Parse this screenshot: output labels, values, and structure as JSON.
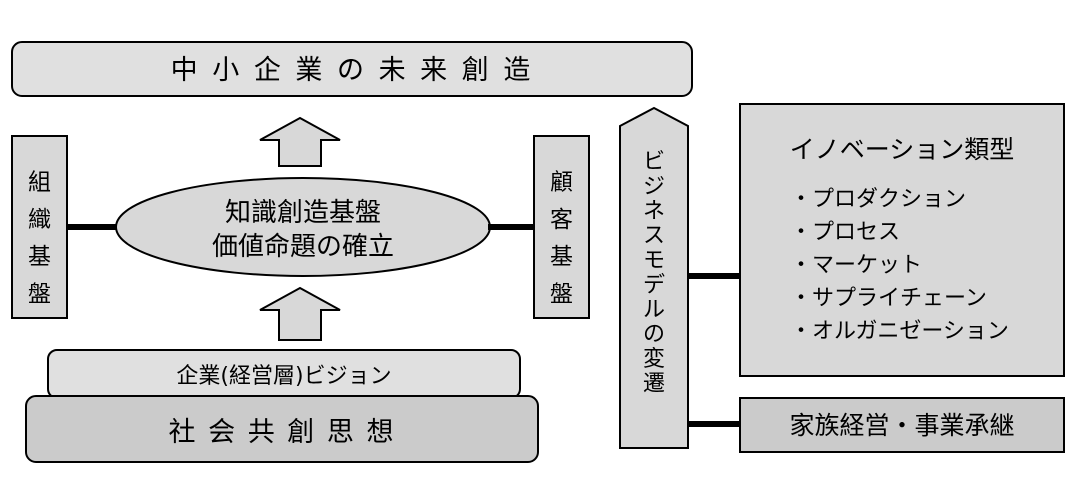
{
  "diagram": {
    "top_goal": "中 小 企 業 の 未 来 創 造",
    "left_pillar": "組織基盤",
    "right_pillar": "顧客基盤",
    "center": {
      "line1": "知識創造基盤",
      "line2": "価値命題の確立"
    },
    "vision": "企業(経営層)ビジョン",
    "foundation": "社 会 共 創 思 想",
    "business_model": "ビジネスモデルの変遷",
    "innovation": {
      "title": "イノベーション類型",
      "items": [
        "・プロダクション",
        "・プロセス",
        "・マーケット",
        "・サプライチェーン",
        "・オルガニゼーション"
      ]
    },
    "family": "家族経営・事業承継"
  },
  "colors": {
    "box_light": "#e0e0e0",
    "box_mid": "#d8d8d8",
    "box_dark": "#cbcbcb",
    "stroke": "#000000"
  }
}
